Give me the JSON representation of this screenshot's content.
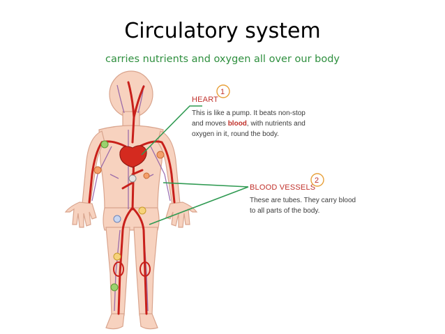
{
  "slide": {
    "title": "Circulatory system",
    "subtitle": "carries nutrients and oxygen all over our body"
  },
  "labels": {
    "heart": {
      "number": "1",
      "heading": "HEART",
      "line1": "This is like a pump. It beats non-stop",
      "line2_prefix": "and moves ",
      "line2_highlight": "blood",
      "line2_suffix": ", with nutrients and",
      "line3": "oxygen in it, round the body."
    },
    "vessels": {
      "number": "2",
      "heading": "BLOOD VESSELS",
      "line1": "These are tubes. They carry blood",
      "line2": "to all parts of the body."
    }
  },
  "colors": {
    "skin": "#f7d2bf",
    "skin_outline": "#d9a48d",
    "artery": "#c8201b",
    "vein": "#8c5aa6",
    "heart": "#d42a1f",
    "leader_line": "#2f9a52",
    "subtitle": "#2e8f3e",
    "heading": "#c0312b"
  }
}
